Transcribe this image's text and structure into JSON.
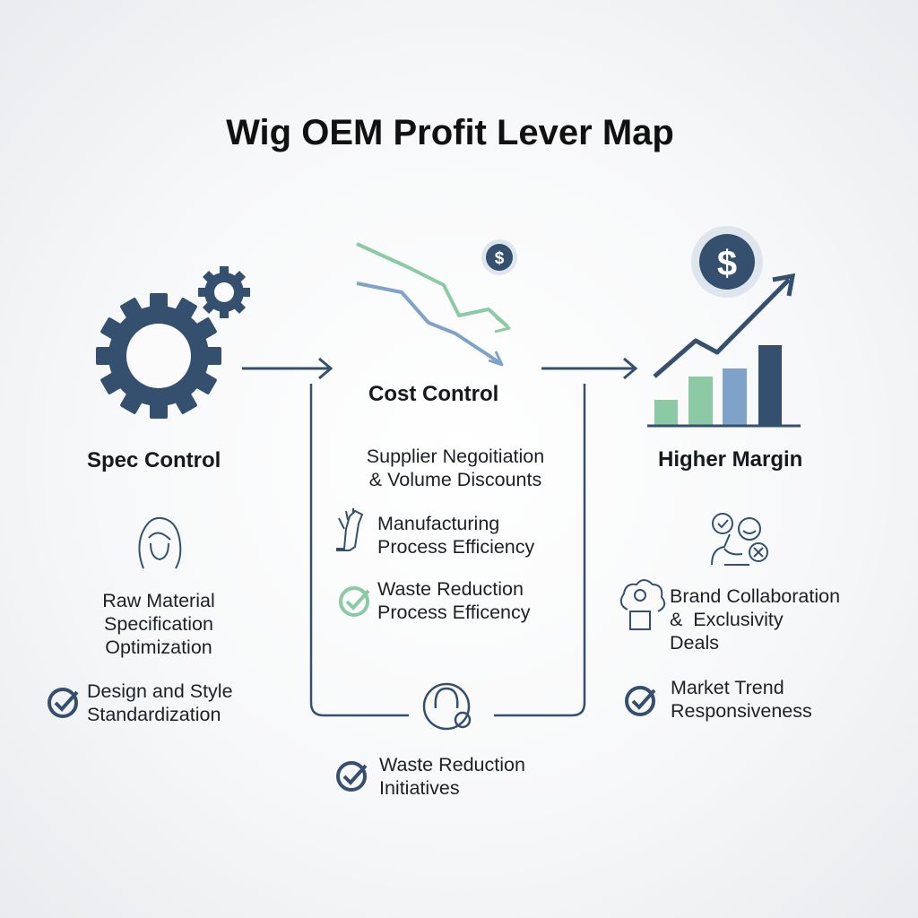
{
  "title": "Wig OEM Profit Lever Map",
  "colors": {
    "navy": "#34506e",
    "green": "#8ccaa6",
    "blue": "#7fa3c8"
  },
  "stages": {
    "spec": {
      "heading": "Spec Control",
      "icon": "gear-icon",
      "items": [
        {
          "icon": "hair-icon",
          "lines": [
            "Raw Material",
            "Specification",
            "Optimization"
          ]
        },
        {
          "icon": "check-circle-icon",
          "lines": [
            "Design and Style",
            "Standardization"
          ]
        }
      ]
    },
    "cost": {
      "heading": "Cost Control",
      "icon": "downtrend-icon",
      "items": [
        {
          "icon": "",
          "lines": [
            "Supplier Negoitiation",
            "& Volume Discounts"
          ]
        },
        {
          "icon": "hand-icon",
          "lines": [
            "Manufacturing",
            "Process Efficiency"
          ]
        },
        {
          "icon": "check-circle-icon",
          "lines": [
            "Waste Reduction",
            "Process Efficency"
          ]
        },
        {
          "icon": "check-circle-icon",
          "lines": [
            "Waste Reduction",
            "Initiatives"
          ]
        }
      ]
    },
    "margin": {
      "heading": "Higher Margin",
      "icon": "growth-chart-icon",
      "items": [
        {
          "icon": "brand-icon",
          "lines": [
            "Brand Collaboration",
            "&  Exclusivity",
            "Deals"
          ]
        },
        {
          "icon": "check-circle-icon",
          "lines": [
            "Market Trend",
            "Responsiveness"
          ]
        }
      ]
    }
  }
}
